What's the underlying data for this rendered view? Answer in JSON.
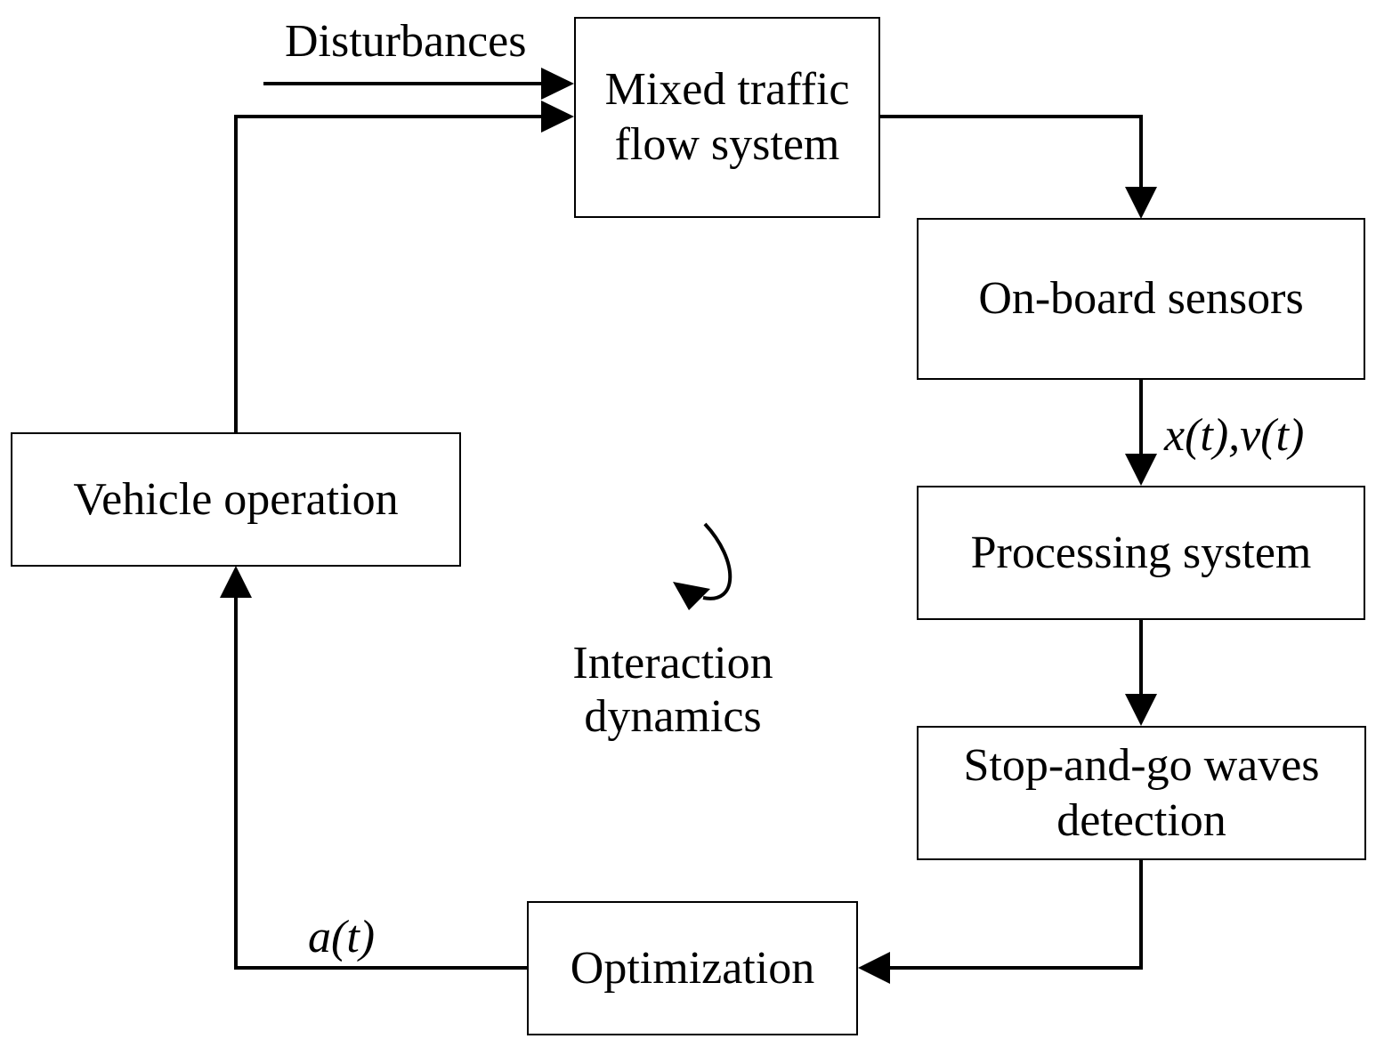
{
  "blocks": {
    "traffic": {
      "line1": "Mixed traffic",
      "line2": "flow system"
    },
    "sensors": {
      "label": "On-board sensors"
    },
    "processing": {
      "label": "Processing system"
    },
    "detection": {
      "line1": "Stop-and-go waves",
      "line2": "detection"
    },
    "optimization": {
      "label": "Optimization"
    },
    "vehicle": {
      "label": "Vehicle operation"
    }
  },
  "labels": {
    "disturbances": "Disturbances",
    "state_signal": "x(t),v(t)",
    "control_signal": "a(t)",
    "interaction_line1": "Interaction",
    "interaction_line2": "dynamics"
  },
  "colors": {
    "stroke": "#000000",
    "background": "#ffffff"
  }
}
